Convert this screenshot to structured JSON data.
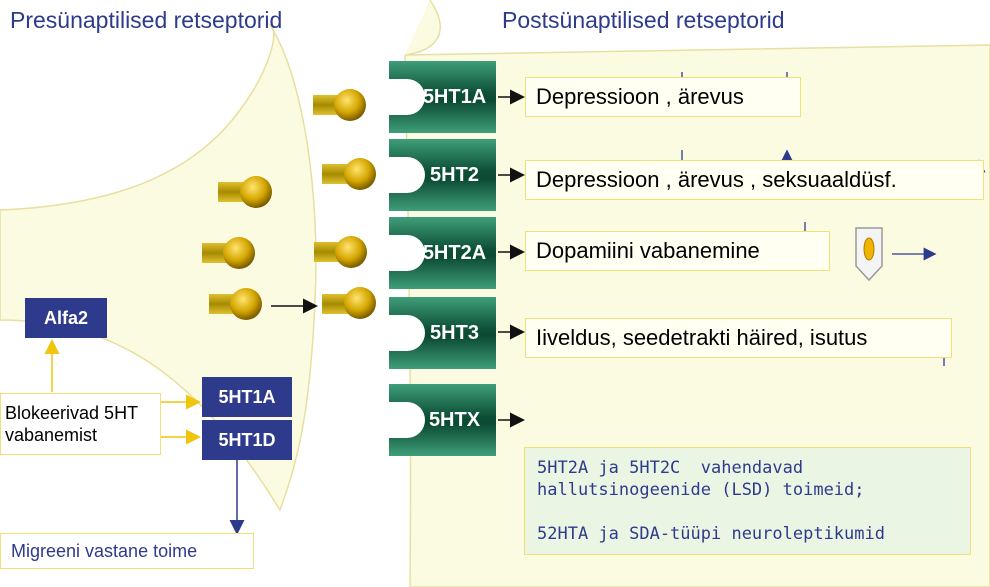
{
  "headings": {
    "presynaptic": "Presünaptilised  retseptorid",
    "postsynaptic": "Postsünaptilised  retseptorid"
  },
  "receptors": [
    {
      "label": "5HT1A",
      "effect": "Depressioon , ärevus"
    },
    {
      "label": "5HT2",
      "effect": "Depressioon , ärevus   , seksuaaldüsf."
    },
    {
      "label": "5HT2A",
      "effect": "Dopamiini vabanemine"
    },
    {
      "label": "5HT3",
      "effect": "Iiveldus, seedetrakti häired, isutus"
    },
    {
      "label": "5HTX",
      "effect": ""
    }
  ],
  "presynaptic": {
    "alfa2": "Alfa2",
    "r1": "5HT1A",
    "r2": "5HT1D",
    "blocks": "Blokeerivad 5HT vabanemist",
    "migraine": "Migreeni vastane toime"
  },
  "note": {
    "line1": "5HT2A ja 5HT2C  vahendavad",
    "line2": "hallutsinogeenide (LSD) toimeid;",
    "line3": "52HTA ja SDA-tüüpi neuroleptikumid"
  },
  "colors": {
    "heading": "#2e3a8c",
    "membrane": "#fbfbe2",
    "receptor": "#0d4f37",
    "box": "#2e3a8c",
    "arrow_up": "#2e3a8c",
    "arrow_yellow": "#f1c40f"
  }
}
